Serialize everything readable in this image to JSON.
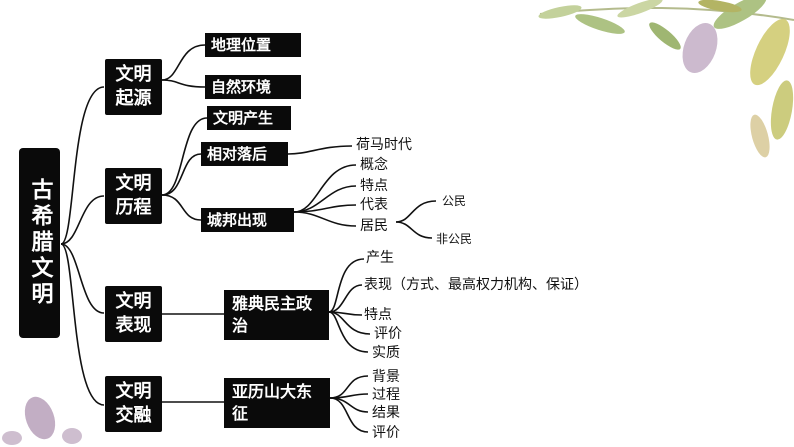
{
  "diagram": {
    "root": "古希腊文明",
    "branches": [
      {
        "label": "文明起源",
        "children": [
          "地理位置",
          "自然环境"
        ]
      },
      {
        "label": "文明历程",
        "children": [
          "文明产生",
          "相对落后",
          "城邦出现"
        ]
      },
      {
        "label": "文明表现",
        "children": [
          "雅典民主政治"
        ]
      },
      {
        "label": "文明交融",
        "children": [
          "亚历山大东征"
        ]
      }
    ],
    "luohou_leaf": "荷马时代",
    "chengbang_leaves": [
      "概念",
      "特点",
      "代表",
      "居民"
    ],
    "jumin_leaves": [
      "公民",
      "非公民"
    ],
    "athens_leaves": [
      "产生",
      "表现（方式、最高权力机构、保证）",
      "特点",
      "评价",
      "实质"
    ],
    "alexander_leaves": [
      "背景",
      "过程",
      "结果",
      "评价"
    ]
  },
  "colors": {
    "box_bg": "#0a0a0a",
    "box_text": "#ffffff",
    "line": "#111111",
    "leaf_green": "#8fae5a",
    "leaf_olive": "#a6a84a",
    "leaf_mauve": "#b49ab6"
  }
}
